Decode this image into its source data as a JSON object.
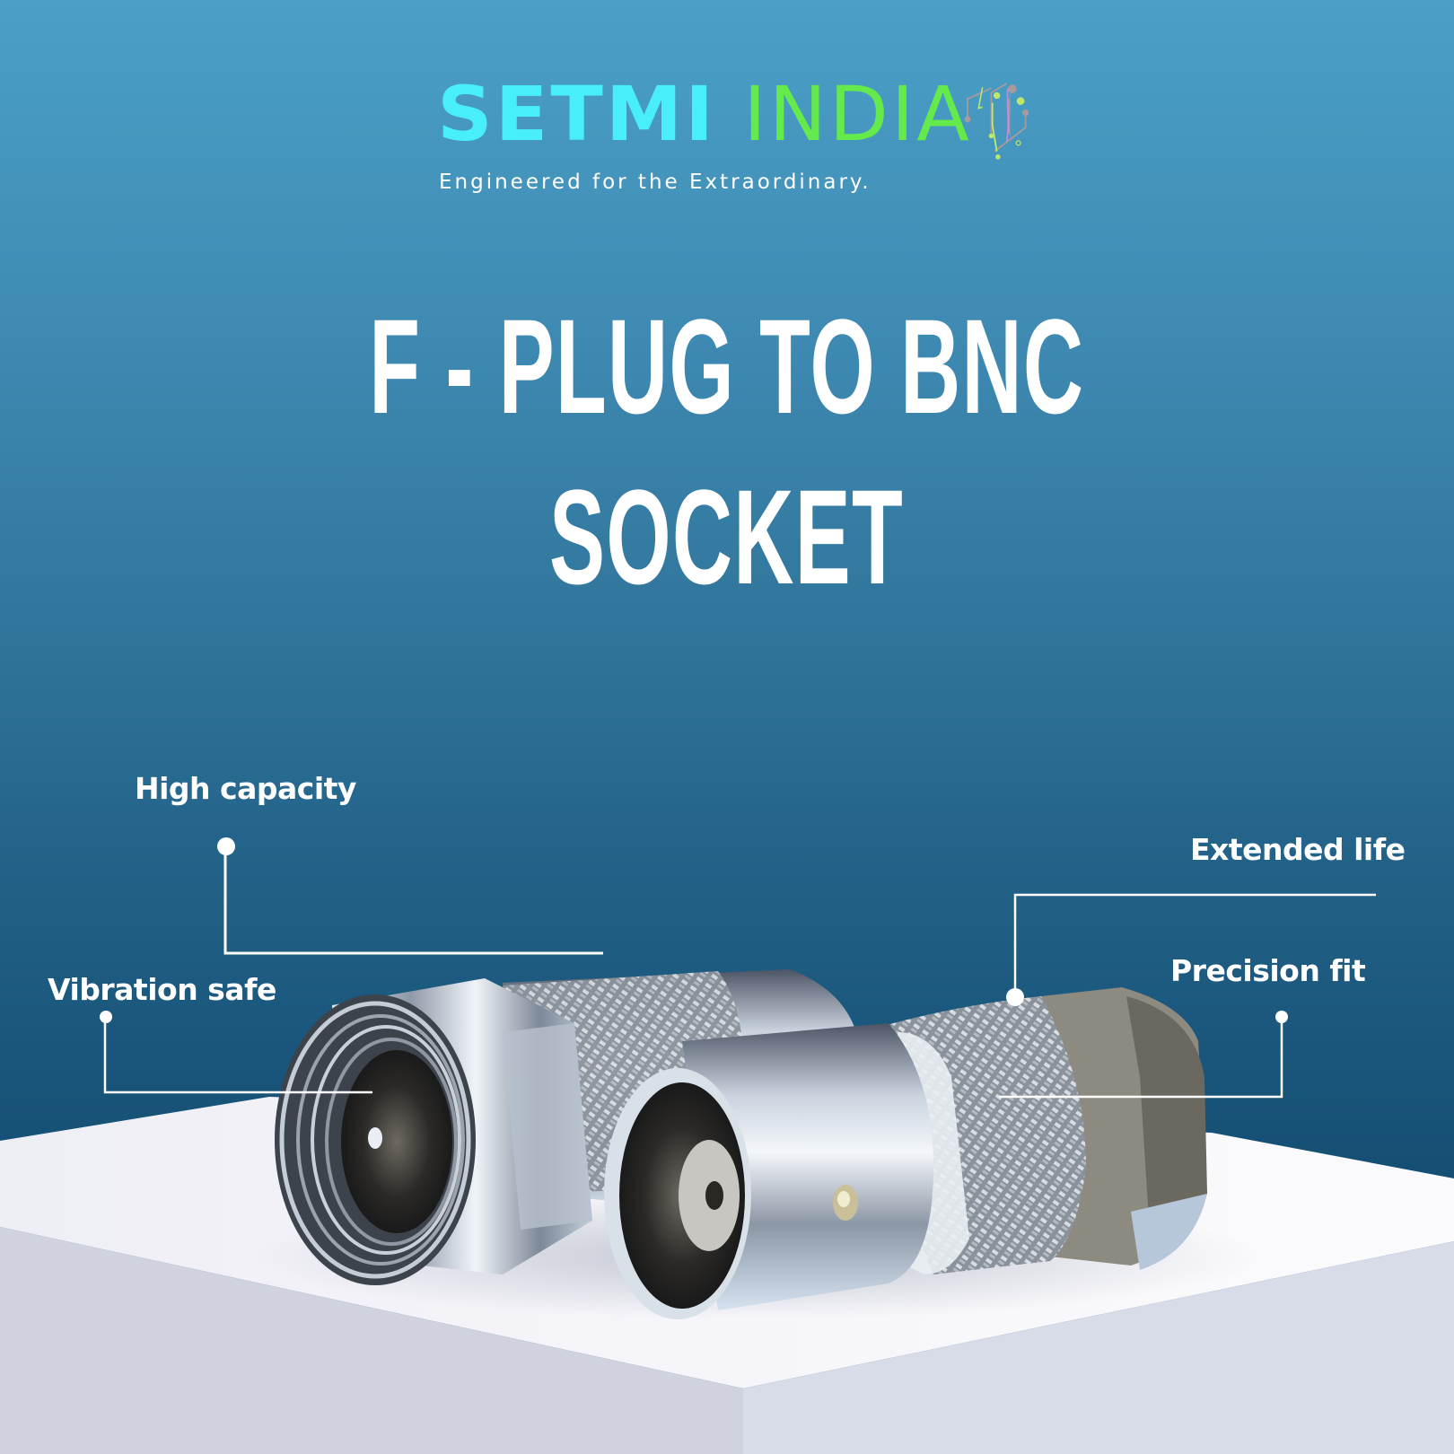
{
  "brand": {
    "name_part1": "SETMI",
    "name_part2": "INDIA",
    "tagline": "Engineered for the Extraordinary.",
    "colors": {
      "part1": "#48eefa",
      "part2": "#65ea4c",
      "circuit_gray": "#a59a9c",
      "circuit_green": "#bde86a",
      "circuit_purple": "#c98ee0"
    },
    "logo_icon": "circuit-traces-icon"
  },
  "product": {
    "title_line1": "F - PLUG TO BNC",
    "title_line2": "SOCKET",
    "image": "f-plug-to-bnc-socket-connector-photo"
  },
  "features": [
    {
      "label": "High capacity"
    },
    {
      "label": "Vibration safe"
    },
    {
      "label": "Extended life"
    },
    {
      "label": "Precision fit"
    }
  ],
  "theme": {
    "bg_top": "#4aa0c7",
    "bg_bottom": "#124a6e",
    "pedestal_top": "#f1f1f6",
    "pedestal_left": "#d0d3df",
    "pedestal_right": "#d8dce8",
    "callout_line": "#ffffff"
  }
}
